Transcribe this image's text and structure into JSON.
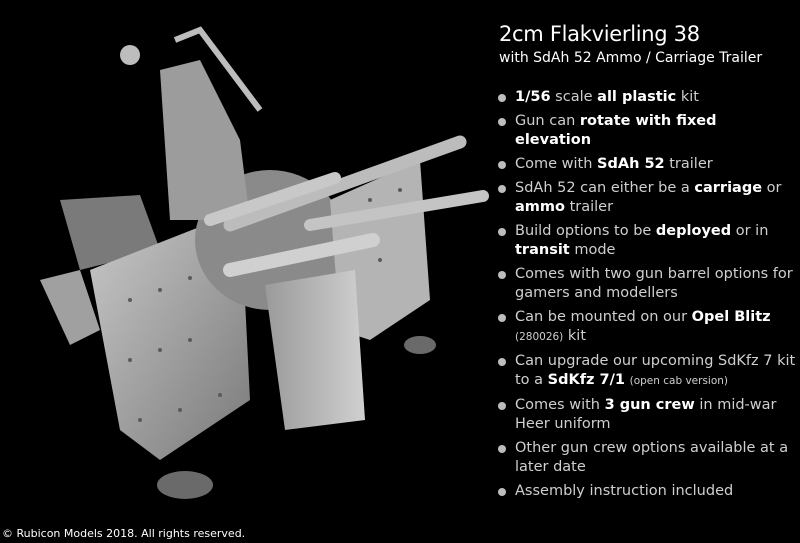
{
  "title": "2cm Flakvierling 38",
  "subtitle": "with SdAh 52 Ammo / Carriage Trailer",
  "features": [
    {
      "parts": [
        {
          "t": "1/56",
          "b": true
        },
        {
          "t": " scale "
        },
        {
          "t": "all plastic",
          "b": true
        },
        {
          "t": " kit"
        }
      ]
    },
    {
      "parts": [
        {
          "t": "Gun can "
        },
        {
          "t": "rotate with fixed elevation",
          "b": true
        }
      ]
    },
    {
      "parts": [
        {
          "t": "Come with "
        },
        {
          "t": "SdAh 52",
          "b": true
        },
        {
          "t": " trailer"
        }
      ]
    },
    {
      "parts": [
        {
          "t": "SdAh 52 can either be a "
        },
        {
          "t": "carriage",
          "b": true
        },
        {
          "t": " or "
        },
        {
          "t": "ammo",
          "b": true
        },
        {
          "t": " trailer"
        }
      ]
    },
    {
      "parts": [
        {
          "t": "Build options to be "
        },
        {
          "t": "deployed",
          "b": true
        },
        {
          "t": " or in "
        },
        {
          "t": "transit",
          "b": true
        },
        {
          "t": " mode"
        }
      ]
    },
    {
      "parts": [
        {
          "t": "Comes with two gun barrel options for gamers and modellers"
        }
      ]
    },
    {
      "parts": [
        {
          "t": "Can be mounted on our "
        },
        {
          "t": "Opel Blitz",
          "b": true
        },
        {
          "t": " "
        },
        {
          "t": "(280026)",
          "s": true
        },
        {
          "t": " kit"
        }
      ]
    },
    {
      "parts": [
        {
          "t": "Can upgrade our upcoming SdKfz 7 kit to a "
        },
        {
          "t": "SdKfz 7/1",
          "b": true
        },
        {
          "t": " "
        },
        {
          "t": "(open cab version)",
          "s": true
        }
      ]
    },
    {
      "parts": [
        {
          "t": "Comes with "
        },
        {
          "t": "3 gun crew",
          "b": true
        },
        {
          "t": " in mid-war Heer uniform"
        }
      ]
    },
    {
      "parts": [
        {
          "t": "Other gun crew options available at a later date"
        }
      ]
    },
    {
      "parts": [
        {
          "t": "Assembly instruction included"
        }
      ]
    }
  ],
  "copyright": "© Rubicon Models 2018. All rights reserved."
}
